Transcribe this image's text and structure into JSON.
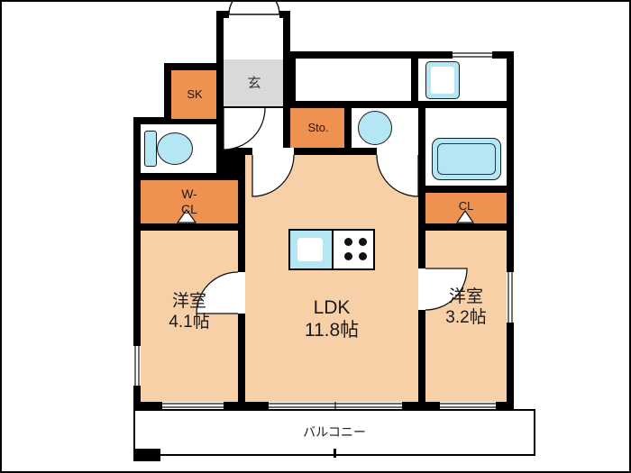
{
  "floorplan": {
    "rooms": {
      "entrance": {
        "label": "玄"
      },
      "sk": {
        "label": "SK"
      },
      "storage": {
        "label": "Sto."
      },
      "walkin_closet": {
        "line1": "W-",
        "line2": "CL"
      },
      "closet": {
        "label": "CL"
      },
      "room_left": {
        "name": "洋室",
        "size": "4.1帖"
      },
      "ldk": {
        "name": "LDK",
        "size": "11.8帖"
      },
      "room_right": {
        "name": "洋室",
        "size": "3.2帖"
      },
      "balcony": {
        "label": "バルコニー"
      }
    },
    "fixtures": [
      "toilet-icon",
      "washbasin-icon",
      "bathtub-icon",
      "washer-pan-icon",
      "kitchen-sink-icon",
      "stove-burners-icon"
    ],
    "colors": {
      "wall": "#000000",
      "room_fill": "#f8d0a8",
      "closet_fill": "#ef9150",
      "fixture_fill": "#b5e6f4",
      "entrance_fill": "#d9d9d9"
    }
  }
}
